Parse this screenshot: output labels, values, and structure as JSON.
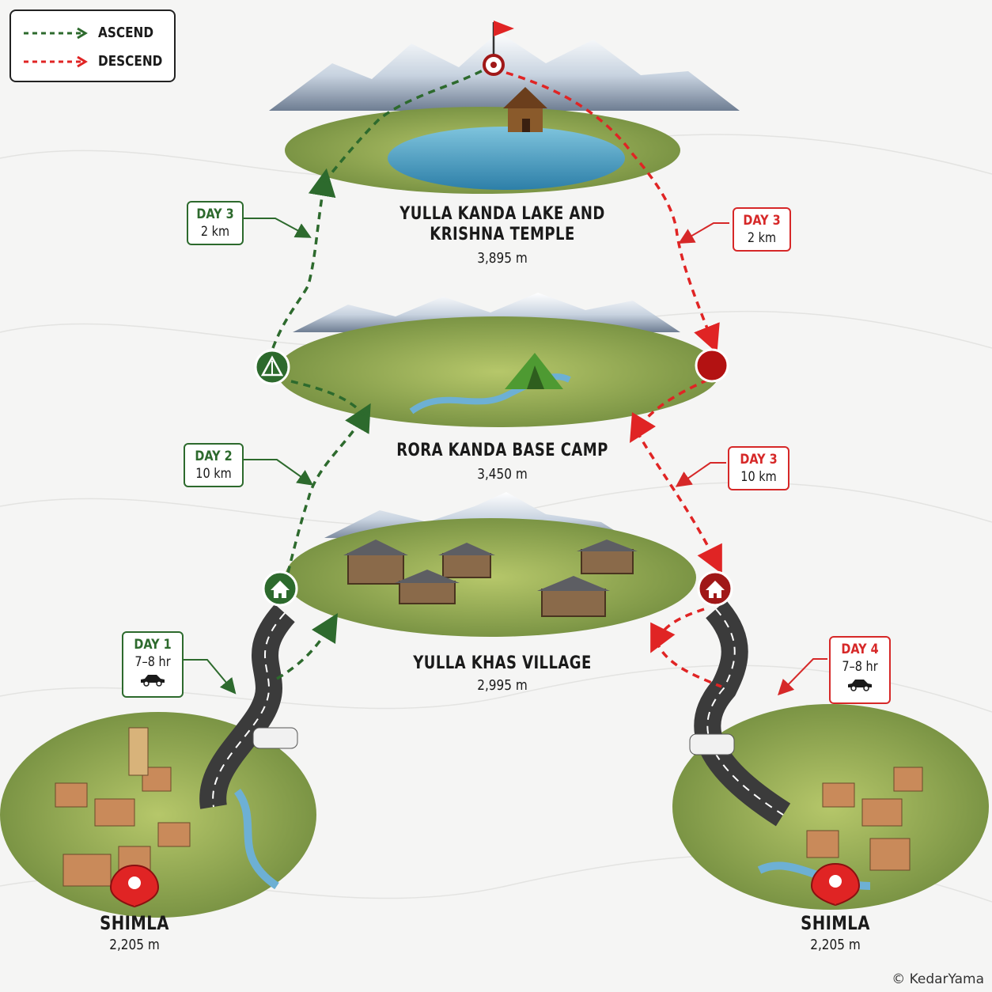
{
  "legend": {
    "ascend_label": "ASCEND",
    "descend_label": "DESCEND",
    "ascend_color": "#2d6a2d",
    "descend_color": "#e02424"
  },
  "stops": {
    "lake": {
      "name_line1": "YULLA KANDA LAKE AND",
      "name_line2": "KRISHNA TEMPLE",
      "altitude": "3,895 m"
    },
    "camp": {
      "name": "RORA KANDA BASE CAMP",
      "altitude": "3,450 m"
    },
    "village": {
      "name": "YULLA KHAS VILLAGE",
      "altitude": "2,995 m"
    },
    "shimla_left": {
      "name": "SHIMLA",
      "altitude": "2,205 m"
    },
    "shimla_right": {
      "name": "SHIMLA",
      "altitude": "2,205 m"
    }
  },
  "segments": {
    "ascend": [
      {
        "day": "DAY 1",
        "detail": "7–8 hr",
        "icon": "car-icon"
      },
      {
        "day": "DAY 2",
        "detail": "10 km"
      },
      {
        "day": "DAY 3",
        "detail": "2 km"
      }
    ],
    "descend": [
      {
        "day": "DAY 3",
        "detail": "2 km"
      },
      {
        "day": "DAY 3",
        "detail": "10 km"
      },
      {
        "day": "DAY 4",
        "detail": "7–8 hr",
        "icon": "car-icon"
      }
    ]
  },
  "markers": {
    "summit": "flag-icon",
    "camp_ascend": "tent-icon",
    "village_ascend": "home-icon",
    "camp_descend": "dot-icon",
    "village_descend": "home-icon",
    "shimla": "map-pin-icon"
  },
  "copyright": "© KedarYama"
}
